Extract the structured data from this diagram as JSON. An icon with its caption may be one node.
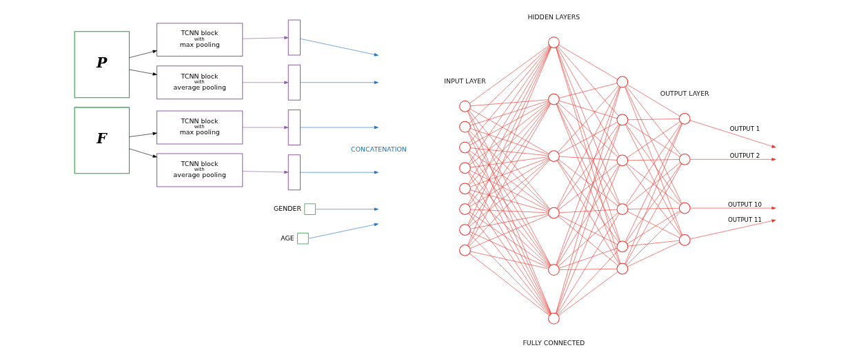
{
  "diagram": {
    "nodes": [
      {
        "text": [
          "P"
        ]
      },
      {
        "text": [
          "F"
        ]
      },
      {
        "text": [
          "TCNN block",
          "with",
          "max pooling"
        ]
      },
      {
        "text": [
          "TCNN block",
          "with",
          "average pooling"
        ]
      },
      {
        "text": [
          "TCNN block",
          "with",
          "max pooling"
        ]
      },
      {
        "text": [
          "TCNN block",
          "with",
          "average pooling"
        ]
      },
      {
        "text": [],
        "shape": "bar"
      },
      {
        "text": [],
        "shape": "bar"
      },
      {
        "text": [],
        "shape": "bar"
      },
      {
        "text": [],
        "shape": "bar"
      },
      {
        "text": [],
        "shape": "box",
        "beside": [
          "GENDER"
        ]
      },
      {
        "text": [],
        "shape": "box",
        "beside": [
          "AGE"
        ]
      },
      {
        "text": [],
        "shape": "circle"
      },
      {
        "text": [],
        "shape": "circle"
      },
      {
        "text": [],
        "shape": "circle"
      },
      {
        "text": [],
        "shape": "circle"
      },
      {
        "text": [],
        "shape": "circle"
      },
      {
        "text": [],
        "shape": "circle"
      },
      {
        "text": [],
        "shape": "circle"
      },
      {
        "text": [],
        "shape": "circle"
      },
      {
        "text": [],
        "shape": "circle"
      },
      {
        "text": [],
        "shape": "circle"
      },
      {
        "text": [],
        "shape": "circle"
      },
      {
        "text": [],
        "shape": "circle"
      },
      {
        "text": [],
        "shape": "circle"
      },
      {
        "text": [],
        "shape": "circle"
      },
      {
        "text": [],
        "shape": "circle"
      },
      {
        "text": [],
        "shape": "circle"
      },
      {
        "text": [],
        "shape": "circle"
      },
      {
        "text": [],
        "shape": "circle"
      },
      {
        "text": [],
        "shape": "circle"
      },
      {
        "text": [],
        "shape": "circle"
      },
      {
        "text": [],
        "shape": "circle"
      },
      {
        "text": [],
        "shape": "circle"
      },
      {
        "text": [],
        "shape": "circle"
      },
      {
        "text": [],
        "shape": "circle"
      }
    ],
    "edges": [
      {
        "from": 0,
        "to": 2,
        "arrow": "to",
        "color": "#000000"
      },
      {
        "from": 0,
        "to": 3,
        "arrow": "to",
        "color": "#000000"
      },
      {
        "from": 1,
        "to": 4,
        "arrow": "to",
        "color": "#000000"
      },
      {
        "from": 1,
        "to": 5,
        "arrow": "to",
        "color": "#000000"
      },
      {
        "from": 2,
        "to": 6,
        "arrow": "to",
        "color": "#8e5aa8"
      },
      {
        "from": 3,
        "to": 7,
        "arrow": "to",
        "color": "#8e5aa8"
      },
      {
        "from": 4,
        "to": 8,
        "arrow": "to",
        "color": "#8e5aa8"
      },
      {
        "from": 5,
        "to": 9,
        "arrow": "to",
        "color": "#8e5aa8"
      },
      {
        "from": 6,
        "to": null,
        "arrow": "to",
        "color": "#1f72bf"
      },
      {
        "from": 7,
        "to": null,
        "arrow": "to",
        "color": "#1f72bf"
      },
      {
        "from": 8,
        "to": null,
        "arrow": "to",
        "color": "#1f72bf"
      },
      {
        "from": 9,
        "to": null,
        "arrow": "to",
        "color": "#1f72bf"
      },
      {
        "from": 10,
        "to": null,
        "arrow": "to",
        "color": "#1f72bf"
      },
      {
        "from": 11,
        "to": null,
        "arrow": "to",
        "color": "#1f72bf"
      },
      {
        "from": 12,
        "to": 20,
        "arrow": "none"
      },
      {
        "from": 12,
        "to": 21,
        "arrow": "none"
      },
      {
        "from": 12,
        "to": 22,
        "arrow": "none"
      },
      {
        "from": 12,
        "to": 23,
        "arrow": "none"
      },
      {
        "from": 12,
        "to": 24,
        "arrow": "none"
      },
      {
        "from": 12,
        "to": 25,
        "arrow": "none"
      },
      {
        "from": 13,
        "to": 20,
        "arrow": "none"
      },
      {
        "from": 13,
        "to": 21,
        "arrow": "none"
      },
      {
        "from": 13,
        "to": 22,
        "arrow": "none"
      },
      {
        "from": 13,
        "to": 23,
        "arrow": "none"
      },
      {
        "from": 13,
        "to": 24,
        "arrow": "none"
      },
      {
        "from": 13,
        "to": 25,
        "arrow": "none"
      },
      {
        "from": 14,
        "to": 20,
        "arrow": "none"
      },
      {
        "from": 14,
        "to": 21,
        "arrow": "none"
      },
      {
        "from": 14,
        "to": 22,
        "arrow": "none"
      },
      {
        "from": 14,
        "to": 23,
        "arrow": "none"
      },
      {
        "from": 14,
        "to": 24,
        "arrow": "none"
      },
      {
        "from": 14,
        "to": 25,
        "arrow": "none"
      },
      {
        "from": 15,
        "to": 20,
        "arrow": "none"
      },
      {
        "from": 15,
        "to": 21,
        "arrow": "none"
      },
      {
        "from": 15,
        "to": 22,
        "arrow": "none"
      },
      {
        "from": 15,
        "to": 23,
        "arrow": "none"
      },
      {
        "from": 15,
        "to": 24,
        "arrow": "none"
      },
      {
        "from": 15,
        "to": 25,
        "arrow": "none"
      },
      {
        "from": 16,
        "to": 20,
        "arrow": "none"
      },
      {
        "from": 16,
        "to": 21,
        "arrow": "none"
      },
      {
        "from": 16,
        "to": 22,
        "arrow": "none"
      },
      {
        "from": 16,
        "to": 23,
        "arrow": "none"
      },
      {
        "from": 16,
        "to": 24,
        "arrow": "none"
      },
      {
        "from": 16,
        "to": 25,
        "arrow": "none"
      },
      {
        "from": 17,
        "to": 20,
        "arrow": "none"
      },
      {
        "from": 17,
        "to": 21,
        "arrow": "none"
      },
      {
        "from": 17,
        "to": 22,
        "arrow": "none"
      },
      {
        "from": 17,
        "to": 23,
        "arrow": "none"
      },
      {
        "from": 17,
        "to": 24,
        "arrow": "none"
      },
      {
        "from": 17,
        "to": 25,
        "arrow": "none"
      },
      {
        "from": 18,
        "to": 20,
        "arrow": "none"
      },
      {
        "from": 18,
        "to": 21,
        "arrow": "none"
      },
      {
        "from": 18,
        "to": 22,
        "arrow": "none"
      },
      {
        "from": 18,
        "to": 23,
        "arrow": "none"
      },
      {
        "from": 18,
        "to": 24,
        "arrow": "none"
      },
      {
        "from": 18,
        "to": 25,
        "arrow": "none"
      },
      {
        "from": 19,
        "to": 20,
        "arrow": "none"
      },
      {
        "from": 19,
        "to": 21,
        "arrow": "none"
      },
      {
        "from": 19,
        "to": 22,
        "arrow": "none"
      },
      {
        "from": 19,
        "to": 23,
        "arrow": "none"
      },
      {
        "from": 19,
        "to": 24,
        "arrow": "none"
      },
      {
        "from": 19,
        "to": 25,
        "arrow": "none"
      },
      {
        "from": 20,
        "to": 26,
        "arrow": "none"
      },
      {
        "from": 20,
        "to": 27,
        "arrow": "none"
      },
      {
        "from": 20,
        "to": 28,
        "arrow": "none"
      },
      {
        "from": 20,
        "to": 29,
        "arrow": "none"
      },
      {
        "from": 20,
        "to": 30,
        "arrow": "none"
      },
      {
        "from": 20,
        "to": 31,
        "arrow": "none"
      },
      {
        "from": 21,
        "to": 26,
        "arrow": "none"
      },
      {
        "from": 21,
        "to": 27,
        "arrow": "none"
      },
      {
        "from": 21,
        "to": 28,
        "arrow": "none"
      },
      {
        "from": 21,
        "to": 29,
        "arrow": "none"
      },
      {
        "from": 21,
        "to": 30,
        "arrow": "none"
      },
      {
        "from": 21,
        "to": 31,
        "arrow": "none"
      },
      {
        "from": 22,
        "to": 26,
        "arrow": "none"
      },
      {
        "from": 22,
        "to": 27,
        "arrow": "none"
      },
      {
        "from": 22,
        "to": 28,
        "arrow": "none"
      },
      {
        "from": 22,
        "to": 29,
        "arrow": "none"
      },
      {
        "from": 22,
        "to": 30,
        "arrow": "none"
      },
      {
        "from": 22,
        "to": 31,
        "arrow": "none"
      },
      {
        "from": 23,
        "to": 26,
        "arrow": "none"
      },
      {
        "from": 23,
        "to": 27,
        "arrow": "none"
      },
      {
        "from": 23,
        "to": 28,
        "arrow": "none"
      },
      {
        "from": 23,
        "to": 29,
        "arrow": "none"
      },
      {
        "from": 23,
        "to": 30,
        "arrow": "none"
      },
      {
        "from": 23,
        "to": 31,
        "arrow": "none"
      },
      {
        "from": 24,
        "to": 26,
        "arrow": "none"
      },
      {
        "from": 24,
        "to": 27,
        "arrow": "none"
      },
      {
        "from": 24,
        "to": 28,
        "arrow": "none"
      },
      {
        "from": 24,
        "to": 29,
        "arrow": "none"
      },
      {
        "from": 24,
        "to": 30,
        "arrow": "none"
      },
      {
        "from": 24,
        "to": 31,
        "arrow": "none"
      },
      {
        "from": 25,
        "to": 26,
        "arrow": "none"
      },
      {
        "from": 25,
        "to": 27,
        "arrow": "none"
      },
      {
        "from": 25,
        "to": 28,
        "arrow": "none"
      },
      {
        "from": 25,
        "to": 29,
        "arrow": "none"
      },
      {
        "from": 25,
        "to": 30,
        "arrow": "none"
      },
      {
        "from": 25,
        "to": 31,
        "arrow": "none"
      },
      {
        "from": 26,
        "to": 32,
        "arrow": "none"
      },
      {
        "from": 26,
        "to": 33,
        "arrow": "none"
      },
      {
        "from": 26,
        "to": 34,
        "arrow": "none"
      },
      {
        "from": 26,
        "to": 35,
        "arrow": "none"
      },
      {
        "from": 27,
        "to": 32,
        "arrow": "none"
      },
      {
        "from": 27,
        "to": 33,
        "arrow": "none"
      },
      {
        "from": 27,
        "to": 34,
        "arrow": "none"
      },
      {
        "from": 27,
        "to": 35,
        "arrow": "none"
      },
      {
        "from": 28,
        "to": 32,
        "arrow": "none"
      },
      {
        "from": 28,
        "to": 33,
        "arrow": "none"
      },
      {
        "from": 28,
        "to": 34,
        "arrow": "none"
      },
      {
        "from": 28,
        "to": 35,
        "arrow": "none"
      },
      {
        "from": 29,
        "to": 32,
        "arrow": "none"
      },
      {
        "from": 29,
        "to": 33,
        "arrow": "none"
      },
      {
        "from": 29,
        "to": 34,
        "arrow": "none"
      },
      {
        "from": 29,
        "to": 35,
        "arrow": "none"
      },
      {
        "from": 30,
        "to": 32,
        "arrow": "none"
      },
      {
        "from": 30,
        "to": 33,
        "arrow": "none"
      },
      {
        "from": 30,
        "to": 34,
        "arrow": "none"
      },
      {
        "from": 30,
        "to": 35,
        "arrow": "none"
      },
      {
        "from": 31,
        "to": 32,
        "arrow": "none"
      },
      {
        "from": 31,
        "to": 33,
        "arrow": "none"
      },
      {
        "from": 31,
        "to": 34,
        "arrow": "none"
      },
      {
        "from": 31,
        "to": 35,
        "arrow": "none"
      },
      {
        "from": 32,
        "to": null,
        "arrow": "to",
        "label": "OUTPUT 1"
      },
      {
        "from": 33,
        "to": null,
        "arrow": "to",
        "label": "OUTPUT 2"
      },
      {
        "from": 34,
        "to": null,
        "arrow": "to",
        "label": "OUTPUT 10"
      },
      {
        "from": 35,
        "to": null,
        "arrow": "to",
        "label": "OUTPUT 11"
      }
    ],
    "labels": [
      "INPUT LAYER",
      "HIDDEN LAYERS",
      "OUTPUT LAYER",
      "CONCATENATION",
      "FULLY CONNECTED"
    ]
  }
}
